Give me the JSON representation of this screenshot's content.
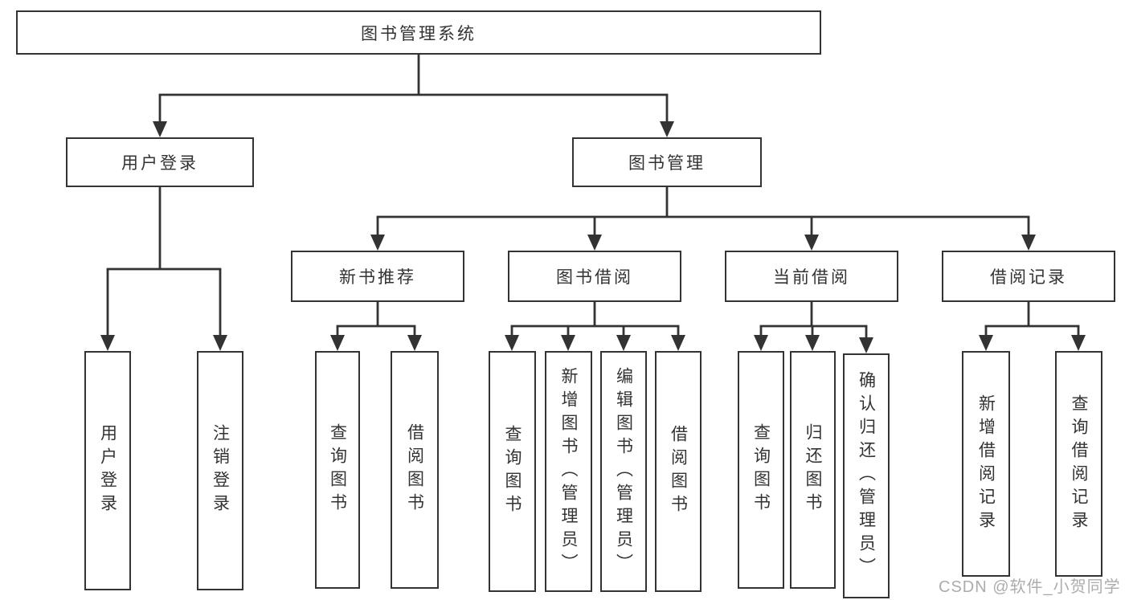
{
  "diagram": {
    "root": {
      "label": "图书管理系统"
    },
    "level2": [
      {
        "id": "user-login",
        "label": "用户登录"
      },
      {
        "id": "book-management",
        "label": "图书管理"
      }
    ],
    "level3": [
      {
        "id": "new-book-recommend",
        "label": "新书推荐"
      },
      {
        "id": "book-borrowing",
        "label": "图书借阅"
      },
      {
        "id": "current-borrowing",
        "label": "当前借阅"
      },
      {
        "id": "borrowing-records",
        "label": "借阅记录"
      }
    ],
    "leaves": [
      {
        "id": "user-login-action",
        "label": "用户登录"
      },
      {
        "id": "logout-action",
        "label": "注销登录"
      },
      {
        "id": "query-books-1",
        "label": "查询图书"
      },
      {
        "id": "borrow-books-1",
        "label": "借阅图书"
      },
      {
        "id": "query-books-2",
        "label": "查询图书"
      },
      {
        "id": "add-books-admin",
        "label": "新增图书（管理员）"
      },
      {
        "id": "edit-books-admin",
        "label": "编辑图书（管理员）"
      },
      {
        "id": "borrow-books-2",
        "label": "借阅图书"
      },
      {
        "id": "query-books-3",
        "label": "查询图书"
      },
      {
        "id": "return-books",
        "label": "归还图书"
      },
      {
        "id": "confirm-return-admin",
        "label": "确认归还（管理员）"
      },
      {
        "id": "add-borrow-record",
        "label": "新增借阅记录"
      },
      {
        "id": "query-borrow-record",
        "label": "查询借阅记录"
      }
    ]
  },
  "watermark": {
    "text": "CSDN @软件_小贺同学"
  },
  "colors": {
    "line": "#333333",
    "text": "#333333",
    "watermark": "#a5a5a5",
    "background": "#ffffff"
  }
}
